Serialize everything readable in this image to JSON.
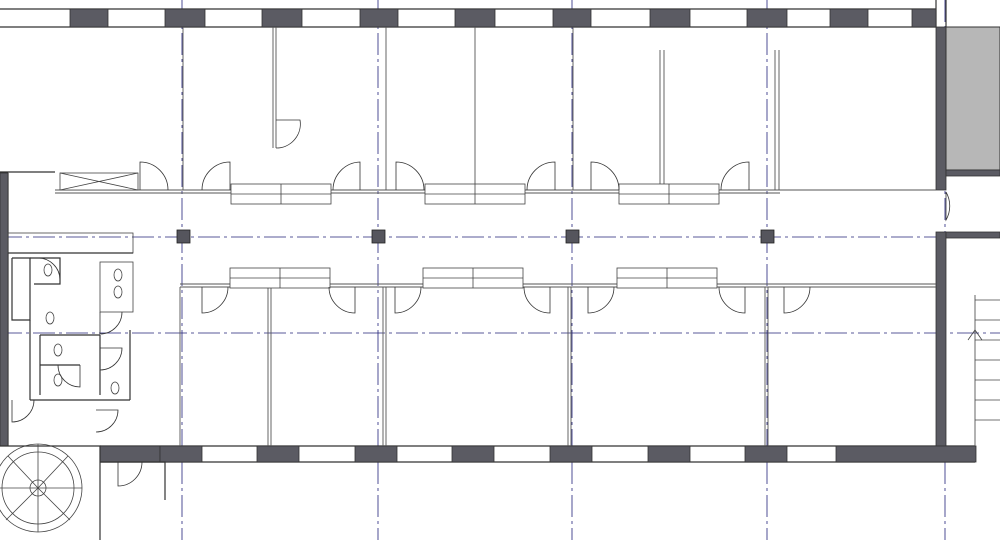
{
  "plan": {
    "type": "architectural floor plan",
    "colors": {
      "wall": "#333333",
      "pier": "#5b5b63",
      "grid_line": "#23237a",
      "shaft_fill": "#b7b7b7"
    },
    "icons": [
      "grid-axis-lines",
      "structural-columns",
      "perimeter-walls",
      "window-piers",
      "office-partitions",
      "door-swings",
      "clerestory-glazing",
      "restroom-core",
      "spiral-stair",
      "elevator-shaft",
      "stair-run"
    ]
  }
}
